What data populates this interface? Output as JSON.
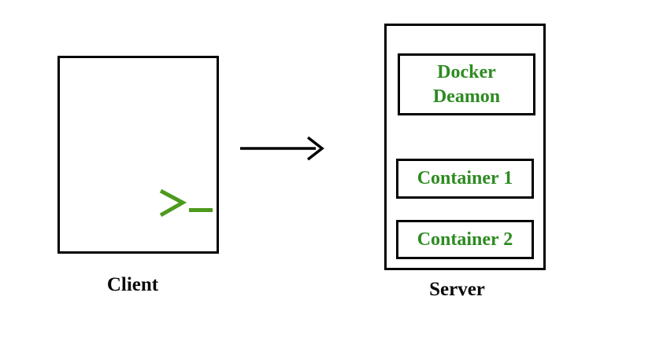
{
  "client": {
    "label": "Client",
    "terminal_prompt": ">_"
  },
  "server": {
    "label": "Server",
    "daemon": {
      "label": "Docker Deamon"
    },
    "containers": [
      {
        "label": "Container 1"
      },
      {
        "label": "Container 2"
      }
    ]
  },
  "icons": {
    "terminal_prompt_icon": ">_",
    "arrow_right_icon": "→"
  },
  "colors": {
    "text_green": "#2E8B22",
    "prompt_green": "#4D9A1D",
    "line_black": "#000000",
    "background": "#FFFFFF"
  }
}
